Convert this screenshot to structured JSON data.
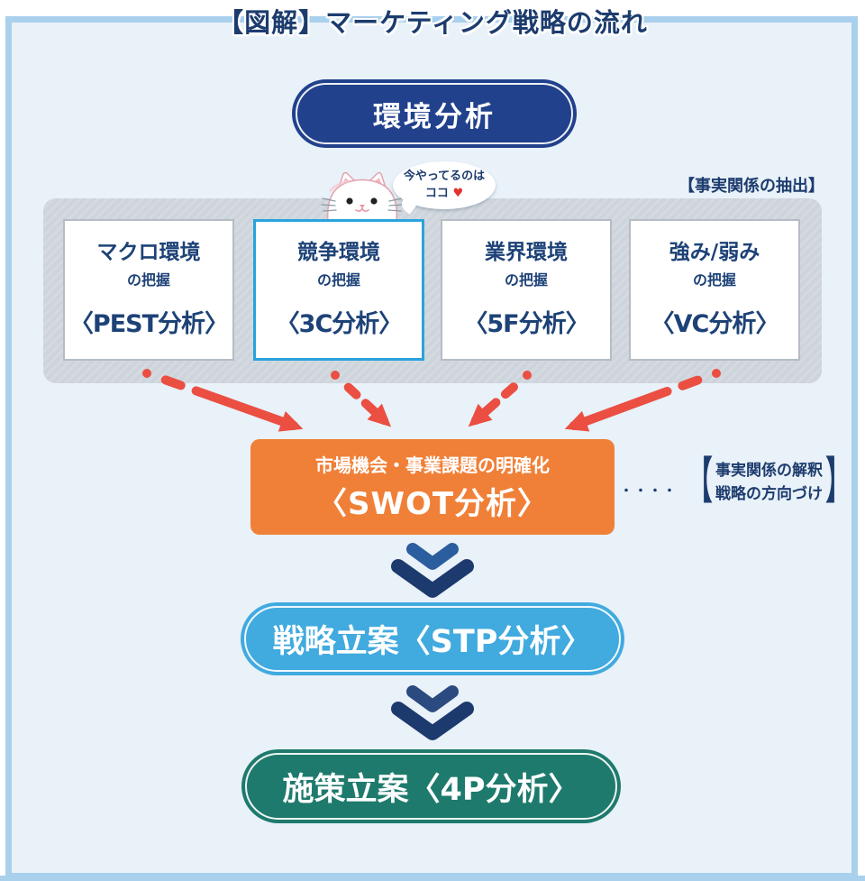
{
  "title": "【図解】マーケティング戦略の流れ",
  "env_pill": {
    "label": "環境分析"
  },
  "extraction_note": "【事実関係の抽出】",
  "callout": {
    "line1": "今やってるのは",
    "line2": "ココ ",
    "heart": "♥"
  },
  "boxes": [
    {
      "name": "マクロ環境",
      "sub": "の把握",
      "method": "〈PEST分析〉",
      "highlighted": false
    },
    {
      "name": "競争環境",
      "sub": "の把握",
      "method": "〈3C分析〉",
      "highlighted": true
    },
    {
      "name": "業界環境",
      "sub": "の把握",
      "method": "〈5F分析〉",
      "highlighted": false
    },
    {
      "name": "強み/弱み",
      "sub": "の把握",
      "method": "〈VC分析〉",
      "highlighted": false
    }
  ],
  "swot": {
    "line1": "市場機会・事業課題の明確化",
    "line2": "〈SWOT分析〉"
  },
  "interpretation": {
    "dots": "・・・・",
    "open": "【",
    "line1": "事実関係の解釈",
    "line2": "戦略の方向づけ",
    "close": "】"
  },
  "stp_pill": {
    "label": "戦略立案〈STP分析〉"
  },
  "p4_pill": {
    "label": "施策立案〈4P分析〉"
  },
  "colors": {
    "frame_border": "#a9d0ec",
    "background": "#e9f1f9",
    "navy_pill": "#21418c",
    "text_navy": "#1d4277",
    "highlight_border": "#29a3dc",
    "gray_panel": "#cdd4db",
    "arrow_red": "#ea4f42",
    "swot_orange": "#f08038",
    "stp_blue": "#41aadf",
    "p4_teal": "#1e7a6d",
    "heart_red": "#e33030"
  }
}
